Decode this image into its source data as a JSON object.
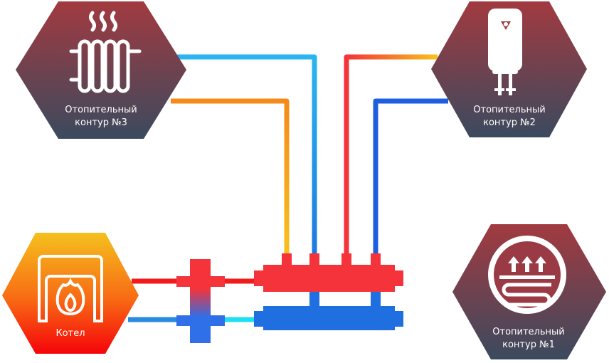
{
  "nodes": {
    "boiler": {
      "label": "Котел"
    },
    "contour1": {
      "line1": "Отопительный",
      "line2": "контур  №1"
    },
    "contour2": {
      "line1": "Отопительный",
      "line2": "контур  №2"
    },
    "contour3": {
      "line1": "Отопительный",
      "line2": "контур  №3"
    }
  },
  "colors": {
    "hex_top": "#a23a40",
    "hex_bottom": "#3b4a5e",
    "boiler_top": "#f7b820",
    "boiler_bottom": "#f50a0a",
    "hot": "#f5333a",
    "cold": "#1f6fe0"
  }
}
